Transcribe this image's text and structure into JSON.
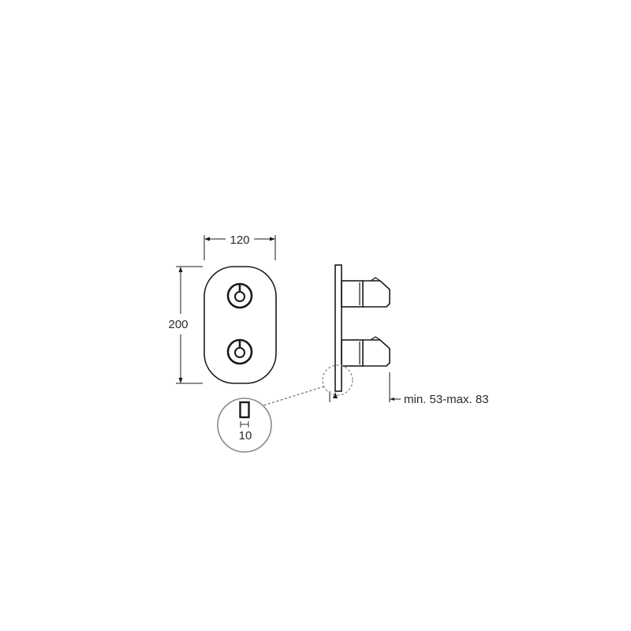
{
  "dimensions": {
    "width": "120",
    "height": "200",
    "detail_thickness": "10",
    "depth_range": "min. 53-max. 83"
  },
  "colors": {
    "line": "#1a1a1a",
    "detail_circle": "#8a8a8a",
    "leader": "#6b6b6b",
    "text": "#2a2a2a"
  }
}
